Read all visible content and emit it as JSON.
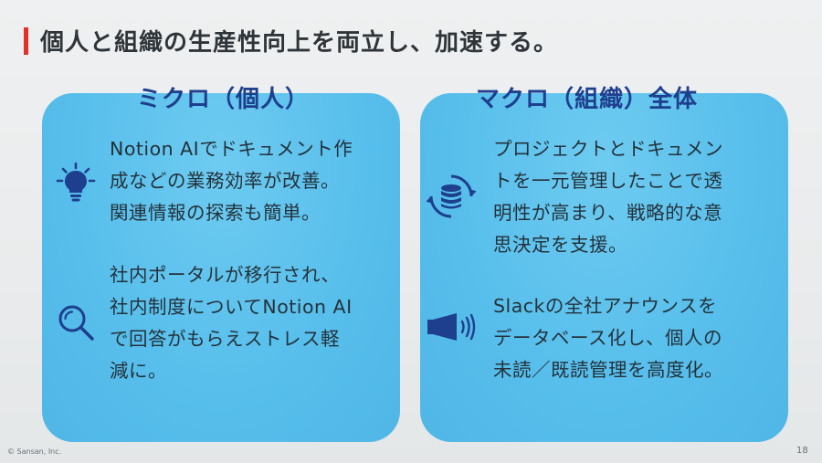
{
  "slide": {
    "title": "個人と組織の生産性向上を両立し、加速する。",
    "accent_color": "#e2312b",
    "panel_color": "#5bc1ee",
    "heading_color": "#1e3f8e",
    "left": {
      "heading": "ミクロ（個人）",
      "items": [
        {
          "icon": "lightbulb-icon",
          "lines": [
            "Notion AIでドキュメント作",
            "成などの業務効率が改善。",
            "関連情報の探索も簡単。"
          ]
        },
        {
          "icon": "search-icon",
          "lines": [
            "社内ポータルが移行され、",
            "社内制度についてNotion AI",
            "で回答がもらえストレス軽",
            "減に。"
          ]
        }
      ]
    },
    "right": {
      "heading": "マクロ（組織）全体",
      "items": [
        {
          "icon": "database-sync-icon",
          "lines": [
            "プロジェクトとドキュメン",
            "トを一元管理したことで透",
            "明性が高まり、戦略的な意",
            "思決定を支援。"
          ]
        },
        {
          "icon": "megaphone-icon",
          "lines": [
            "Slackの全社アナウンスを",
            "データベース化し、個人の",
            "未読／既読管理を高度化。"
          ]
        }
      ]
    },
    "footer": {
      "copyright": "© Sansan, Inc.",
      "page_number": "18"
    }
  }
}
